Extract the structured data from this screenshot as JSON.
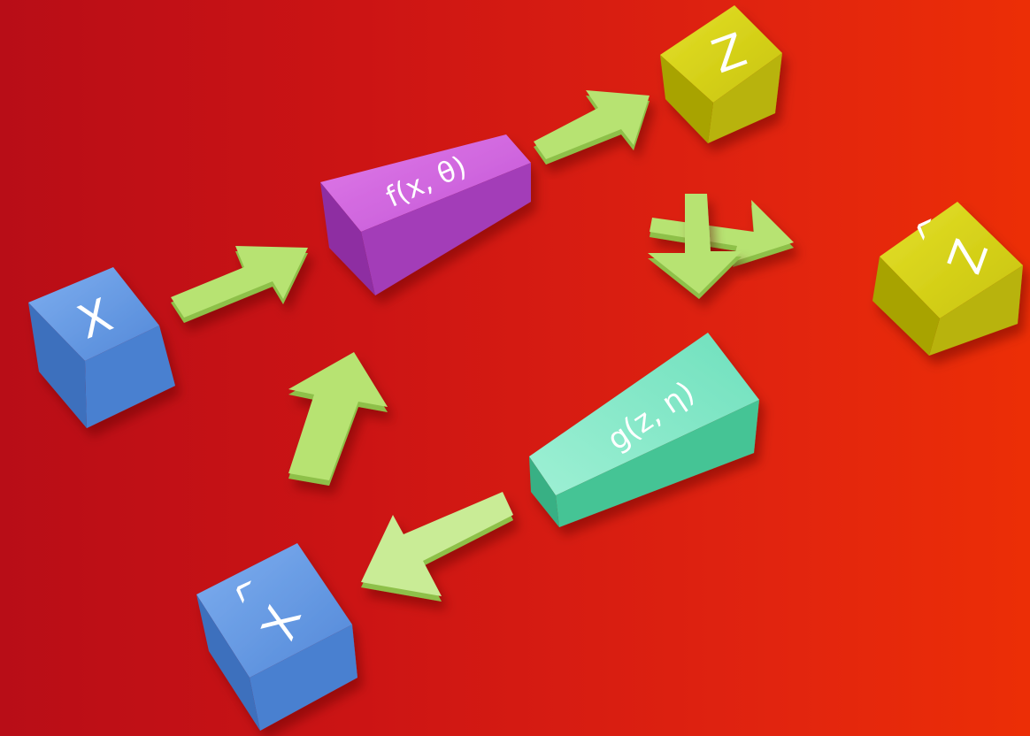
{
  "nodes": {
    "x": {
      "label": "X"
    },
    "x_hat": {
      "label": "X",
      "accent": "^"
    },
    "z": {
      "label": "Z"
    },
    "z_hat": {
      "label": "Z",
      "accent": "^"
    },
    "encoder": {
      "label": "f(x, θ)"
    },
    "decoder": {
      "label": "g(z, η)"
    }
  },
  "colors": {
    "background_left": "#b80d17",
    "background_right": "#ec2e06",
    "cube_blue": "#5b92e0",
    "cube_yellow": "#d3cf0f",
    "encoder_purple": "#c45ad6",
    "decoder_teal": "#5fdcb0",
    "arrow_green": "#b4e070"
  }
}
